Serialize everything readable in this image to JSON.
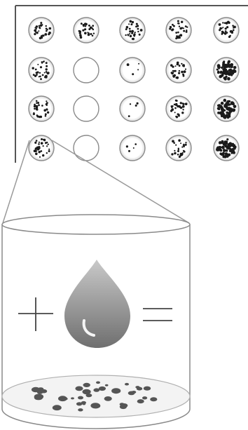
{
  "plate_grid": {
    "rows": [
      [
        "dense",
        "dense",
        "dense",
        "dense",
        "dense"
      ],
      [
        "dense",
        "empty",
        "sparse",
        "dense",
        "confluent"
      ],
      [
        "dense",
        "empty",
        "sparse",
        "dense",
        "confluent"
      ],
      [
        "dense",
        "empty",
        "sparse",
        "dense",
        "confluent"
      ]
    ],
    "magnified_plate": {
      "row": 3,
      "col": 0
    }
  },
  "cylinder": {
    "left_symbol": "plus-icon",
    "center_symbol": "droplet-icon",
    "right_symbol": "equals-icon"
  },
  "colors": {
    "frame": "#555555",
    "plate_fill": "#f2f2f2",
    "plate_edge": "#8a8a8a",
    "colony": "#1a1a1a",
    "droplet_top": "#c9c9c9",
    "droplet_bottom": "#6f6f6f",
    "symbol": "#444444"
  }
}
